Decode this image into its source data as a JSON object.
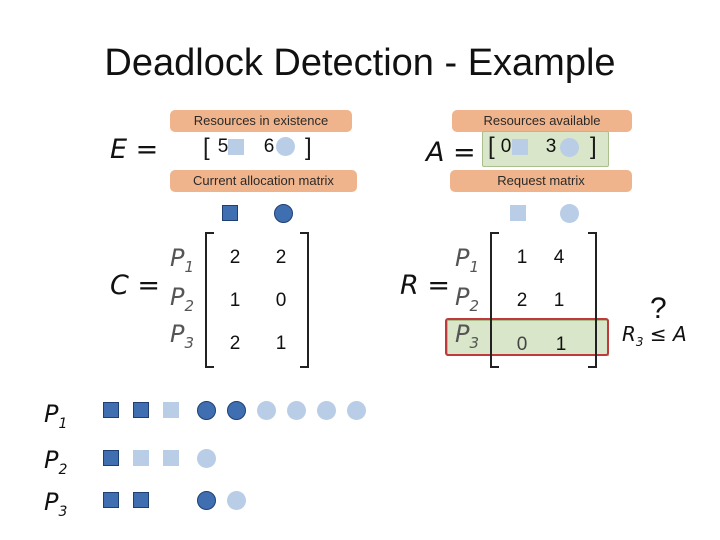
{
  "title": "Deadlock Detection - Example",
  "labels": {
    "E": "E =",
    "A": "A =",
    "C": "C =",
    "R": "R ="
  },
  "pills": {
    "existence": "Resources in existence",
    "available": "Resources available",
    "allocation": "Current allocation matrix",
    "request": "Request matrix"
  },
  "E_vector": [
    "5",
    "6"
  ],
  "A_vector": [
    "0",
    "3"
  ],
  "process_labels": [
    "P",
    "P",
    "P"
  ],
  "process_subs": [
    "1",
    "2",
    "3"
  ],
  "C_matrix": [
    [
      "2",
      "2"
    ],
    [
      "1",
      "0"
    ],
    [
      "2",
      "1"
    ]
  ],
  "R_matrix": [
    [
      "1",
      "4"
    ],
    [
      "2",
      "1"
    ],
    [
      "0",
      "1"
    ]
  ],
  "condition": {
    "question": "?",
    "lhs": "R",
    "lhs_sub": "3",
    "op": "≤",
    "rhs": "A"
  },
  "colors": {
    "pill": "#f0b48c",
    "highlight": "#d9e6c9",
    "resource_dark": "#3f6fb0",
    "resource_light": "#b9cde6",
    "red_box": "#c0393b"
  },
  "icons": [
    "square-resource-icon",
    "circle-resource-icon"
  ]
}
